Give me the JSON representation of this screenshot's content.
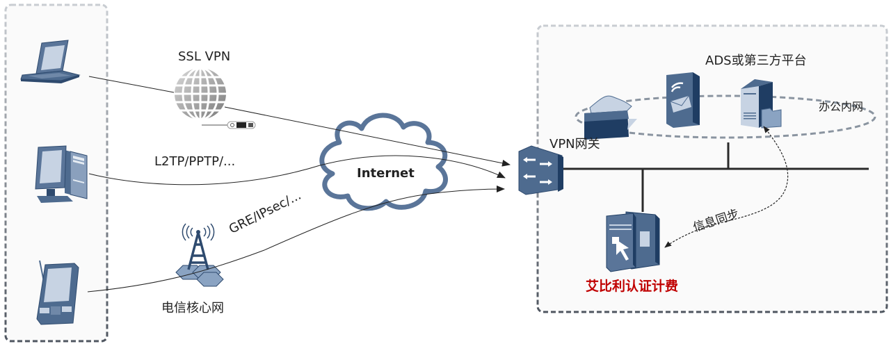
{
  "diagram": {
    "type": "network-topology",
    "colors": {
      "device_blue": "#4e6b8f",
      "device_dark": "#1f3d63",
      "device_light": "#c7d3e3",
      "link": "#222222",
      "dashed_border": "#9aa0a6",
      "container_bg": "#fafafa",
      "highlight_red": "#c00000",
      "globe_gray": "#8c8c8c"
    },
    "client_zone": {
      "devices": [
        {
          "name": "laptop",
          "icon": "laptop-icon"
        },
        {
          "name": "desktop",
          "icon": "desktop-pc-icon"
        },
        {
          "name": "pda",
          "icon": "pda-handheld-icon"
        }
      ]
    },
    "access_methods": [
      {
        "label": "SSL VPN",
        "icon": "globe-icon"
      },
      {
        "label": "L2TP/PPTP/..."
      },
      {
        "label": "GRE/IPsec/..."
      }
    ],
    "telecom": {
      "label": "电信核心网",
      "icon": "cell-tower-icon"
    },
    "internet": {
      "label": "Internet",
      "icon": "cloud-icon"
    },
    "office_zone": {
      "gateway": {
        "label": "VPN网关",
        "icon": "vpn-gateway-icon"
      },
      "platform_label": "ADS或第三方平台",
      "intranet_label": "办公内网",
      "intranet_devices": [
        {
          "name": "printer",
          "icon": "printer-icon"
        },
        {
          "name": "mail-server",
          "icon": "mail-server-icon"
        },
        {
          "name": "file-server",
          "icon": "file-server-icon"
        }
      ],
      "auth": {
        "label": "艾比利认证计费",
        "icon": "auth-server-icon"
      },
      "sync_label": "信息同步"
    }
  }
}
